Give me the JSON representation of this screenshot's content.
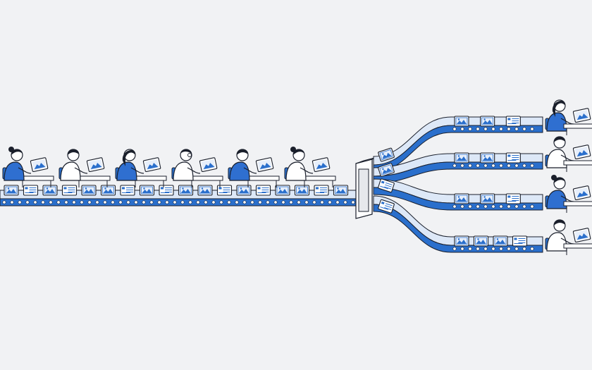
{
  "colors": {
    "background": "#f1f2f4",
    "belt_blue": "#2a6fcc",
    "belt_light": "#dde8f7",
    "outline": "#1a1f2b",
    "shirt_blue": "#2f6fd0",
    "shirt_white": "#ffffff",
    "hair": "#1a1f2b",
    "skin": "#ffffff",
    "card_fill": "#ffffff"
  },
  "scene": {
    "main_belt_workers": [
      {
        "shirt": "blue",
        "hair": "bun"
      },
      {
        "shirt": "white",
        "hair": "short"
      },
      {
        "shirt": "blue",
        "hair": "long"
      },
      {
        "shirt": "white",
        "hair": "glasses"
      },
      {
        "shirt": "blue",
        "hair": "short"
      },
      {
        "shirt": "white",
        "hair": "bun"
      }
    ],
    "main_belt_items": [
      "image-card",
      "text-card",
      "image-card",
      "text-card",
      "image-card",
      "image-card",
      "text-card",
      "image-card",
      "text-card",
      "image-card",
      "image-card",
      "text-card",
      "image-card",
      "text-card",
      "image-card",
      "image-card",
      "text-card",
      "image-card"
    ],
    "splitter": "splitter-block-icon",
    "branches": [
      {
        "items": [
          "image-card",
          "image-card",
          "image-card",
          "text-card"
        ],
        "worker": {
          "shirt": "blue",
          "hair": "long"
        }
      },
      {
        "items": [
          "image-card",
          "image-card",
          "image-card",
          "text-card"
        ],
        "worker": {
          "shirt": "white",
          "hair": "short"
        }
      },
      {
        "items": [
          "text-card",
          "image-card",
          "image-card",
          "text-card"
        ],
        "worker": {
          "shirt": "blue",
          "hair": "bun"
        }
      },
      {
        "items": [
          "text-card",
          "image-card",
          "image-card",
          "image-card",
          "text-card"
        ],
        "worker": {
          "shirt": "white",
          "hair": "short"
        }
      }
    ]
  }
}
